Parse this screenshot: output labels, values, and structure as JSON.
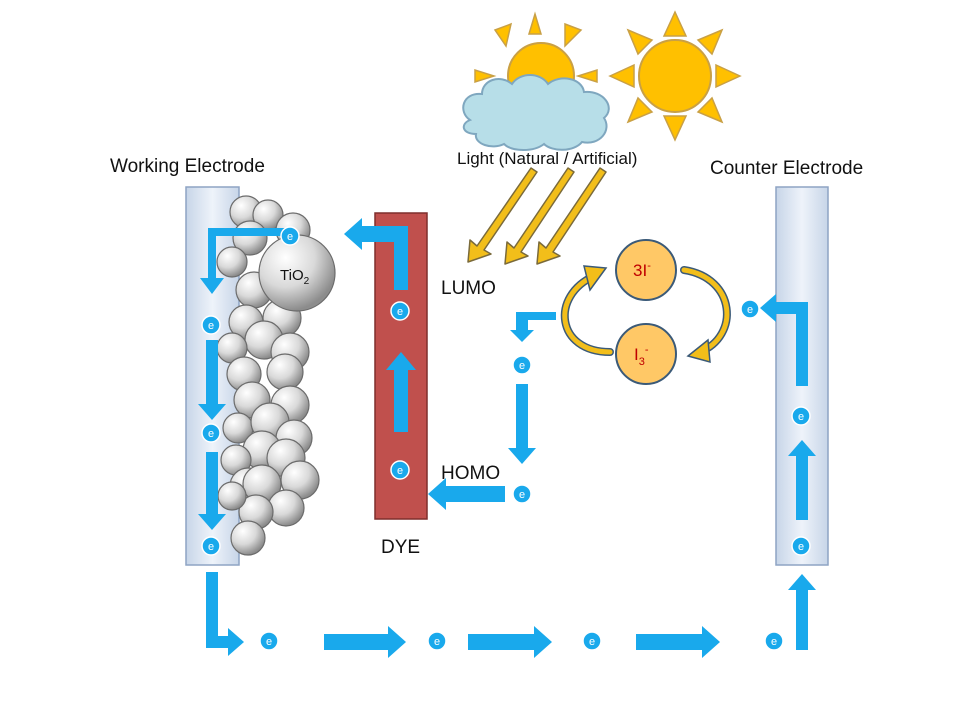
{
  "labels": {
    "working_electrode": "Working Electrode",
    "counter_electrode": "Counter Electrode",
    "light": "Light (Natural / Artificial)",
    "lumo": "LUMO",
    "homo": "HOMO",
    "dye": "DYE",
    "tio2_base": "TiO",
    "tio2_sub": "2",
    "electron": "e",
    "ion_3i_base": "3I",
    "ion_3i_sup": "-",
    "ion_i3_base": "I",
    "ion_i3_sub": "3",
    "ion_i3_sup": "-"
  },
  "colors": {
    "electron_flow": "#19A9EC",
    "light_ray": "#F2BE1A",
    "sun": "#FFC000",
    "cloud": "#B7DEE8",
    "dye": "#C0504D",
    "electrode": "#DCE6F2",
    "ion_fill": "#FFC866",
    "ion_text": "#C00000"
  }
}
